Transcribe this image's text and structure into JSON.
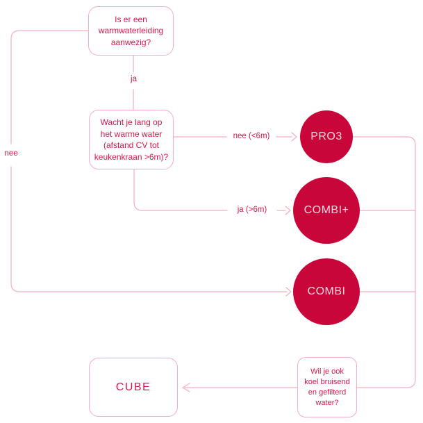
{
  "colors": {
    "line_pink": "#F3AEBF",
    "text_red": "#D9174A",
    "node_fill": "#C9063A",
    "node_text": "#F8D6DE",
    "background": "#FFFFFF"
  },
  "flowchart": {
    "questions": {
      "q1": {
        "full_text": "Is er een warmwaterleiding aanwezig?",
        "lines": [
          "Is er een",
          "warmwaterleiding",
          "aanwezig?"
        ]
      },
      "q2": {
        "full_text": "Wacht je lang op het warme water (afstand CV tot keukenkraan >6m)?",
        "lines": [
          "Wacht je lang op",
          "het warme water",
          "(afstand CV tot",
          "keukenkraan >6m)?"
        ]
      },
      "q3": {
        "full_text": "Wil je ook koel bruisend en gefilterd water?",
        "lines": [
          "Wil je ook",
          "koel bruisend",
          "en gefilterd",
          "water?"
        ]
      }
    },
    "edge_labels": {
      "ja": "ja",
      "nee": "nee",
      "nee_lt6m": "nee (<6m)",
      "ja_gt6m": "ja (>6m)"
    },
    "products": {
      "pro3": "PRO3",
      "combi_plus": "COMBI+",
      "combi": "COMBI",
      "cube": "CUBE"
    }
  }
}
